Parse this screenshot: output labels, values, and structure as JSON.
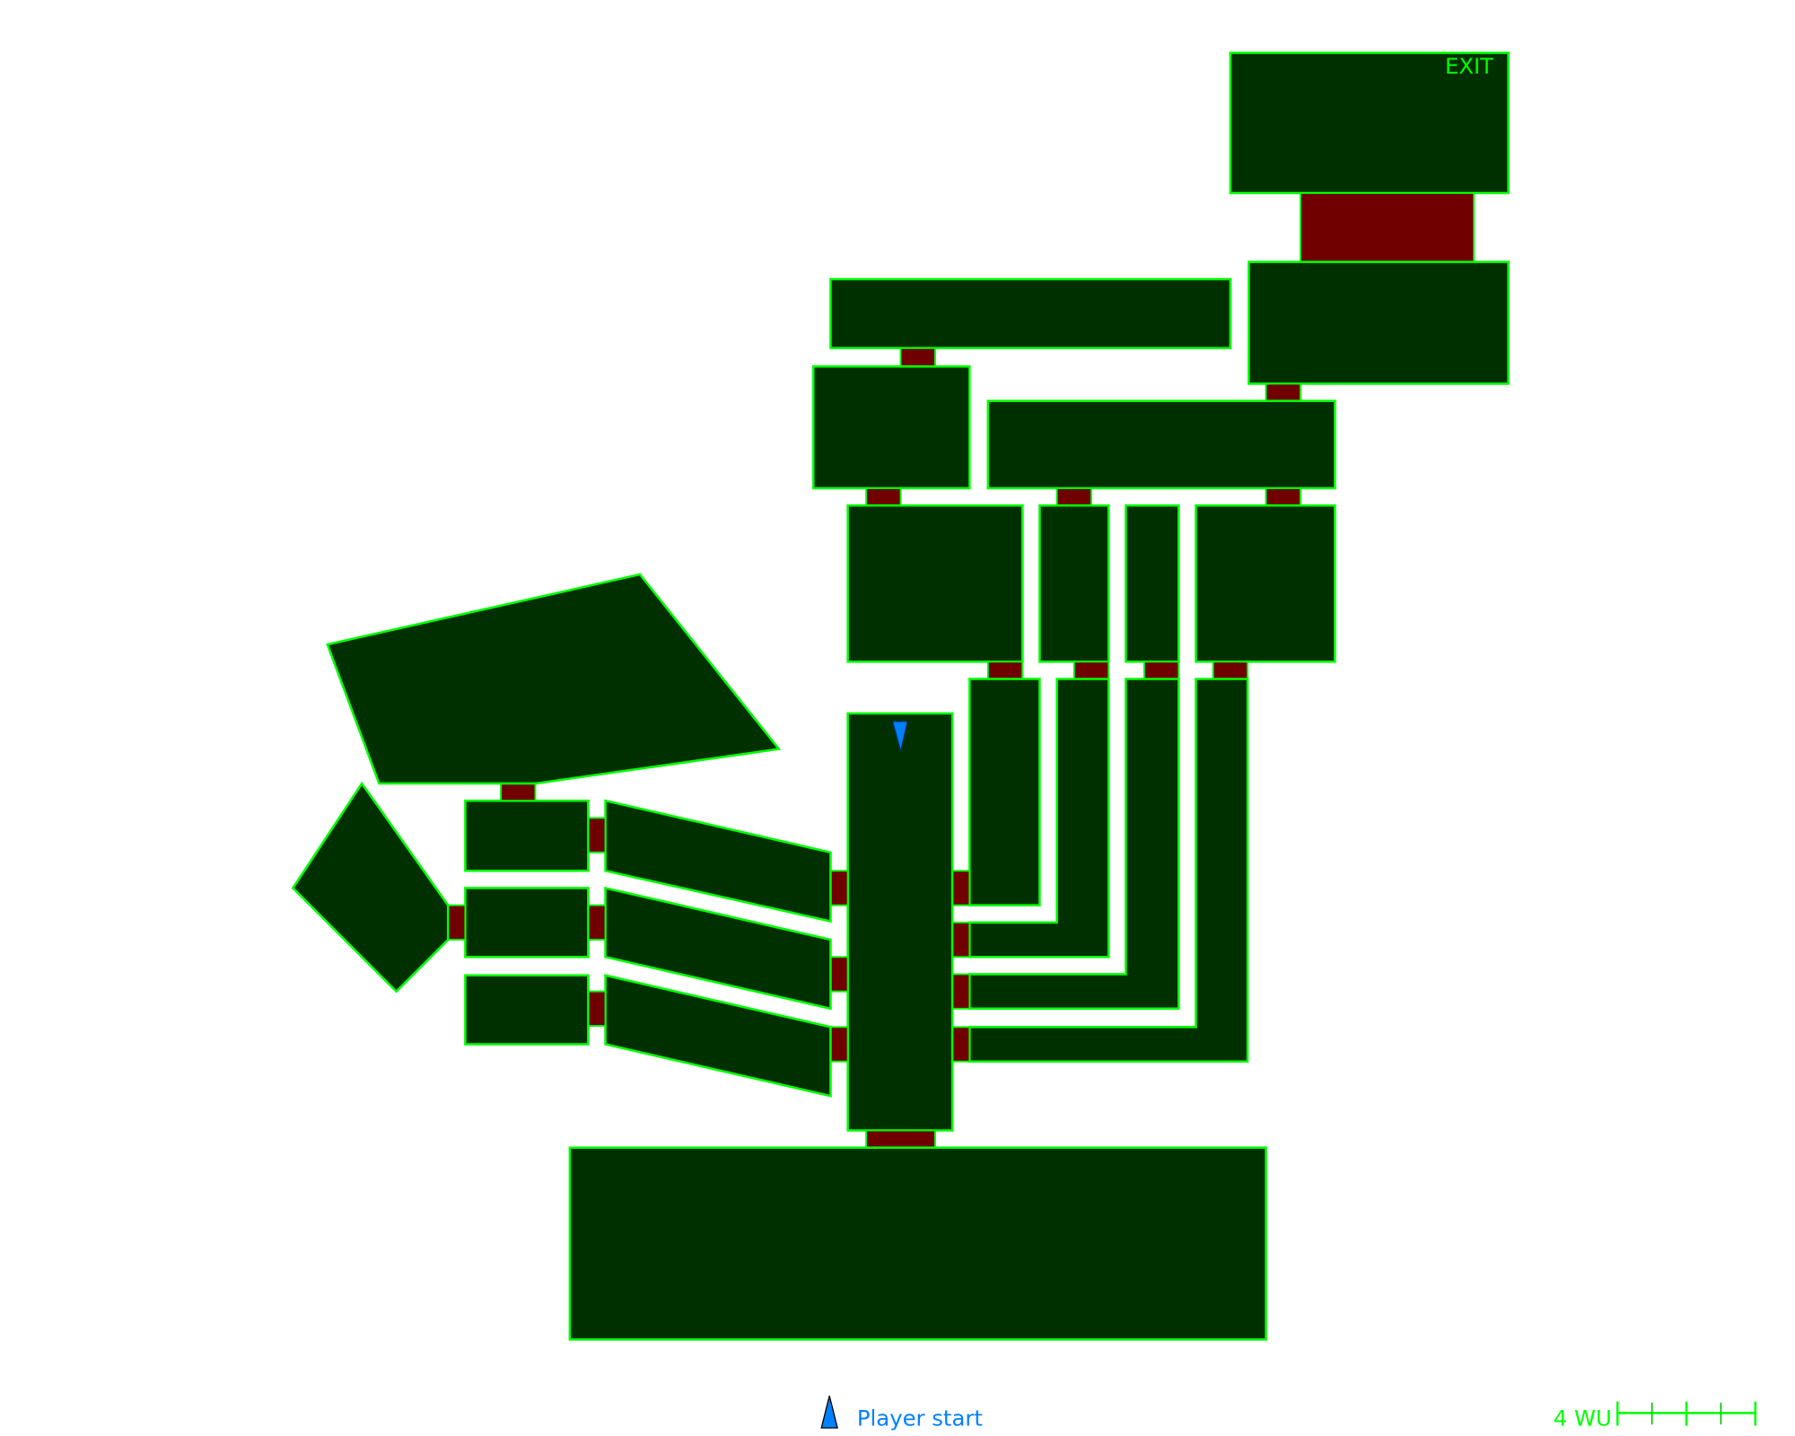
{
  "map": {
    "exit_label": "EXIT",
    "legend": {
      "player_start_label": "Player start"
    },
    "scale": {
      "label": "4 WU",
      "units": 4
    },
    "colors": {
      "room_fill": "#003000",
      "outline": "#00ff00",
      "door": "#700000",
      "player": "#0080ff"
    }
  }
}
